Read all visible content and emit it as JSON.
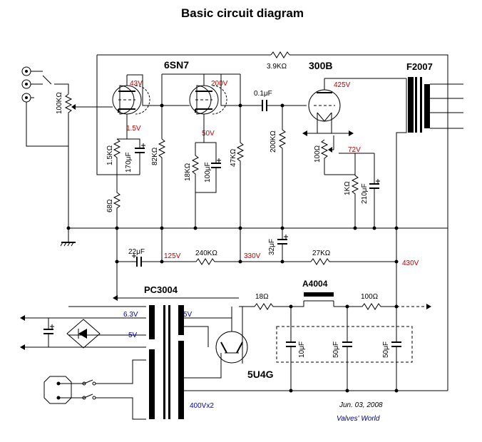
{
  "title": "Basic circuit diagram",
  "tubes": {
    "v1": "6SN7",
    "v2": "300B",
    "rect": "5U4G"
  },
  "transformers": {
    "output": "F2007",
    "power": "PC3004",
    "choke": "A4004"
  },
  "components": {
    "r_volume": "100KΩ",
    "r_fb": "3.9KΩ",
    "r_k1": "1.5KΩ",
    "c_k1": "170μF",
    "r_p1": "82KΩ",
    "r_68": "68Ω",
    "r_k2": "18KΩ",
    "c_k2": "100μF",
    "r_p2": "47KΩ",
    "c_coupling": "0.1μF",
    "r_grid": "200KΩ",
    "r_hum": "100Ω",
    "r_k3": "1KΩ",
    "c_k3": "210μF",
    "c_dec1": "22μF",
    "r_dec1": "240KΩ",
    "c_dec2": "32μF",
    "r_dec2": "27KΩ",
    "r_18": "18Ω",
    "r_100": "100Ω",
    "c_f1": "10μF",
    "c_f2": "50μF",
    "c_f3": "50μF"
  },
  "voltages": {
    "v_43": "43V",
    "v_15": "1.5V",
    "v_200": "200V",
    "v_50": "50V",
    "v_425": "425V",
    "v_72": "72V",
    "v_125": "125V",
    "v_330": "330V",
    "v_430": "430V"
  },
  "windings": {
    "h1": "6.3V",
    "h2": "5V",
    "h3": "5V",
    "hv": "400Vx2"
  },
  "footer": {
    "date": "Jun. 03, 2008",
    "credit": "Valves' World"
  }
}
